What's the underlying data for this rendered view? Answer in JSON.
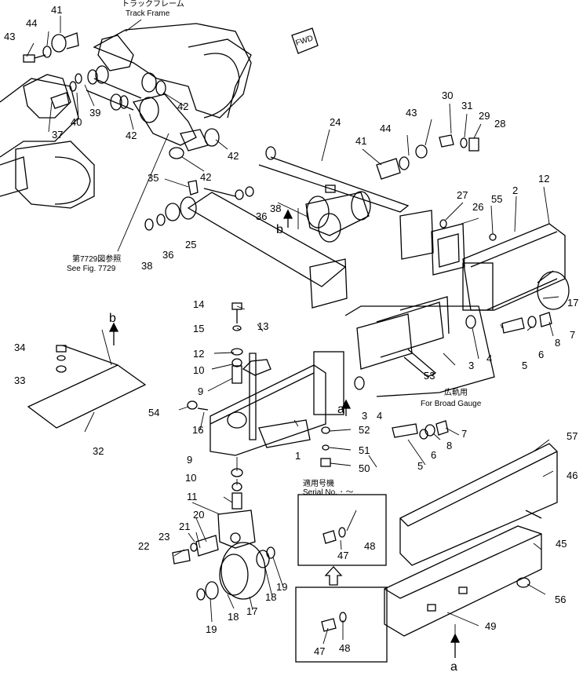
{
  "labels": {
    "track_frame_jp": "トラックフレーム",
    "track_frame_en": "Track Frame",
    "fwd": "FWD",
    "see_fig_jp": "第7729図参照",
    "see_fig_en": "See Fig. 7729",
    "broad_gauge_jp": "広軌用",
    "broad_gauge_en": "For Broad Gauge",
    "serial_jp": "適用号機",
    "serial_en": "Serial No.  ･  ～",
    "ref_b_top": "b",
    "ref_b_mid": "b",
    "ref_a_mid": "a",
    "ref_a_bottom": "a"
  },
  "callouts": {
    "c1": "1",
    "c2": "2",
    "c3": "3",
    "c3b": "3",
    "c4": "4",
    "c4b": "4",
    "c5": "5",
    "c5b": "5",
    "c6": "6",
    "c6b": "6",
    "c7": "7",
    "c7b": "7",
    "c8": "8",
    "c8b": "8",
    "c9": "9",
    "c9b": "9",
    "c10": "10",
    "c10b": "10",
    "c11": "11",
    "c12": "12",
    "c12b": "12",
    "c13": "13",
    "c14": "14",
    "c15": "15",
    "c16": "16",
    "c17": "17",
    "c17b": "17",
    "c18": "18",
    "c18b": "18",
    "c19": "19",
    "c19b": "19",
    "c20": "20",
    "c21": "21",
    "c22": "22",
    "c23": "23",
    "c24": "24",
    "c25": "25",
    "c26": "26",
    "c27": "27",
    "c28": "28",
    "c29": "29",
    "c30": "30",
    "c31": "31",
    "c32": "32",
    "c33": "33",
    "c34": "34",
    "c35": "35",
    "c36": "36",
    "c36b": "36",
    "c37": "37",
    "c38": "38",
    "c38b": "38",
    "c39": "39",
    "c40": "40",
    "c41": "41",
    "c41b": "41",
    "c42": "42",
    "c42b": "42",
    "c42c": "42",
    "c42d": "42",
    "c43": "43",
    "c43b": "43",
    "c44": "44",
    "c44b": "44",
    "c45": "45",
    "c46": "46",
    "c47": "47",
    "c47b": "47",
    "c48": "48",
    "c48b": "48",
    "c49": "49",
    "c50": "50",
    "c51": "51",
    "c52": "52",
    "c53": "53",
    "c54": "54",
    "c55": "55",
    "c56": "56",
    "c57": "57"
  }
}
